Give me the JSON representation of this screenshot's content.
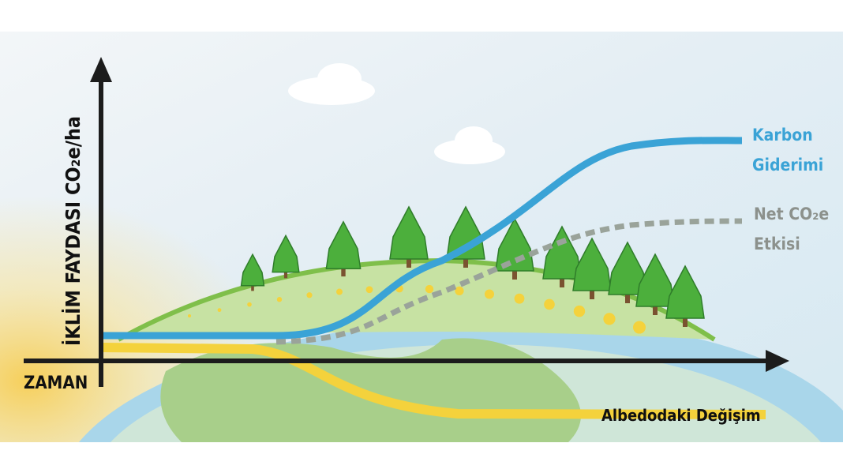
{
  "axes": {
    "y_label": "İKLİM FAYDASI CO₂e/ha",
    "x_label": "ZAMAN"
  },
  "series": {
    "carbon_removal": {
      "line1": "Karbon",
      "line2": "Giderimi",
      "color": "#3aa3d6"
    },
    "net_effect": {
      "line1": "Net CO₂e",
      "line2": "Etkisi",
      "color": "#9aa39a"
    },
    "albedo": {
      "label": "Albedodaki Değişim",
      "color": "#f4d23c"
    }
  }
}
